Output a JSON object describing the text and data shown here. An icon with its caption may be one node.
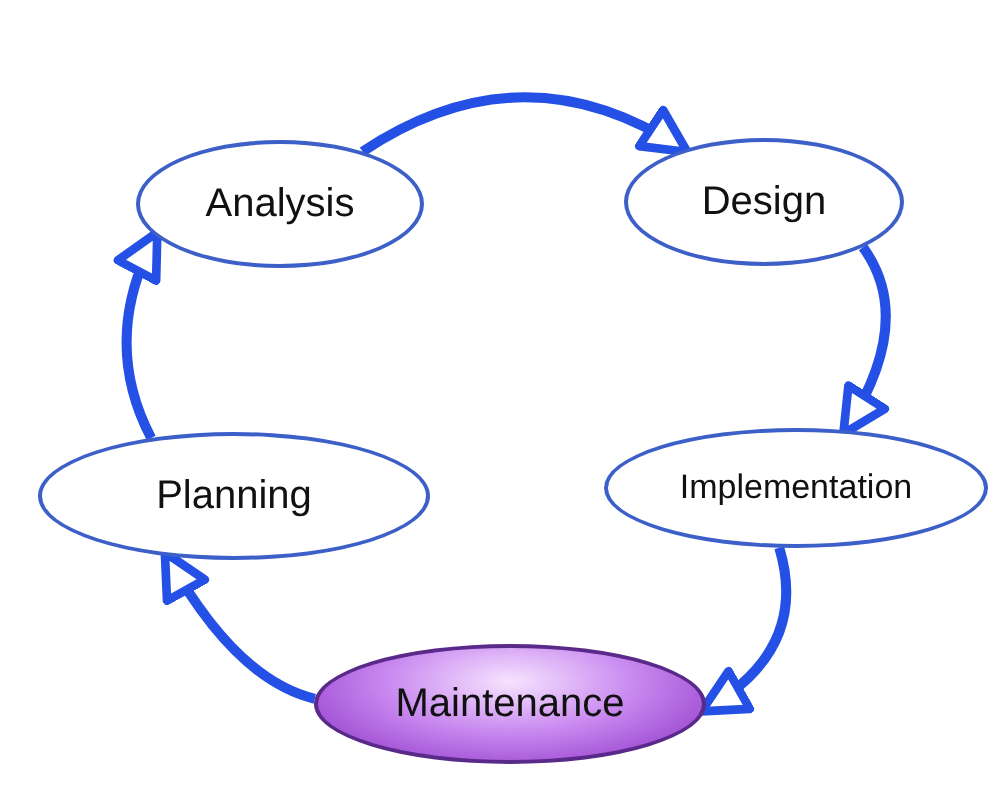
{
  "diagram": {
    "nodes": [
      {
        "text": [
          "Analysis"
        ]
      },
      {
        "text": [
          "Design"
        ]
      },
      {
        "text": [
          "Implementation"
        ]
      },
      {
        "text": [
          "Planning"
        ]
      },
      {
        "text": [
          "Maintenance"
        ]
      }
    ],
    "edges": [
      {
        "from": 0,
        "to": 1,
        "arrow": "to"
      },
      {
        "from": 1,
        "to": 2,
        "arrow": "to"
      },
      {
        "from": 2,
        "to": 4,
        "arrow": "to"
      },
      {
        "from": 4,
        "to": 3,
        "arrow": "to"
      },
      {
        "from": 3,
        "to": 0,
        "arrow": "to"
      }
    ]
  }
}
